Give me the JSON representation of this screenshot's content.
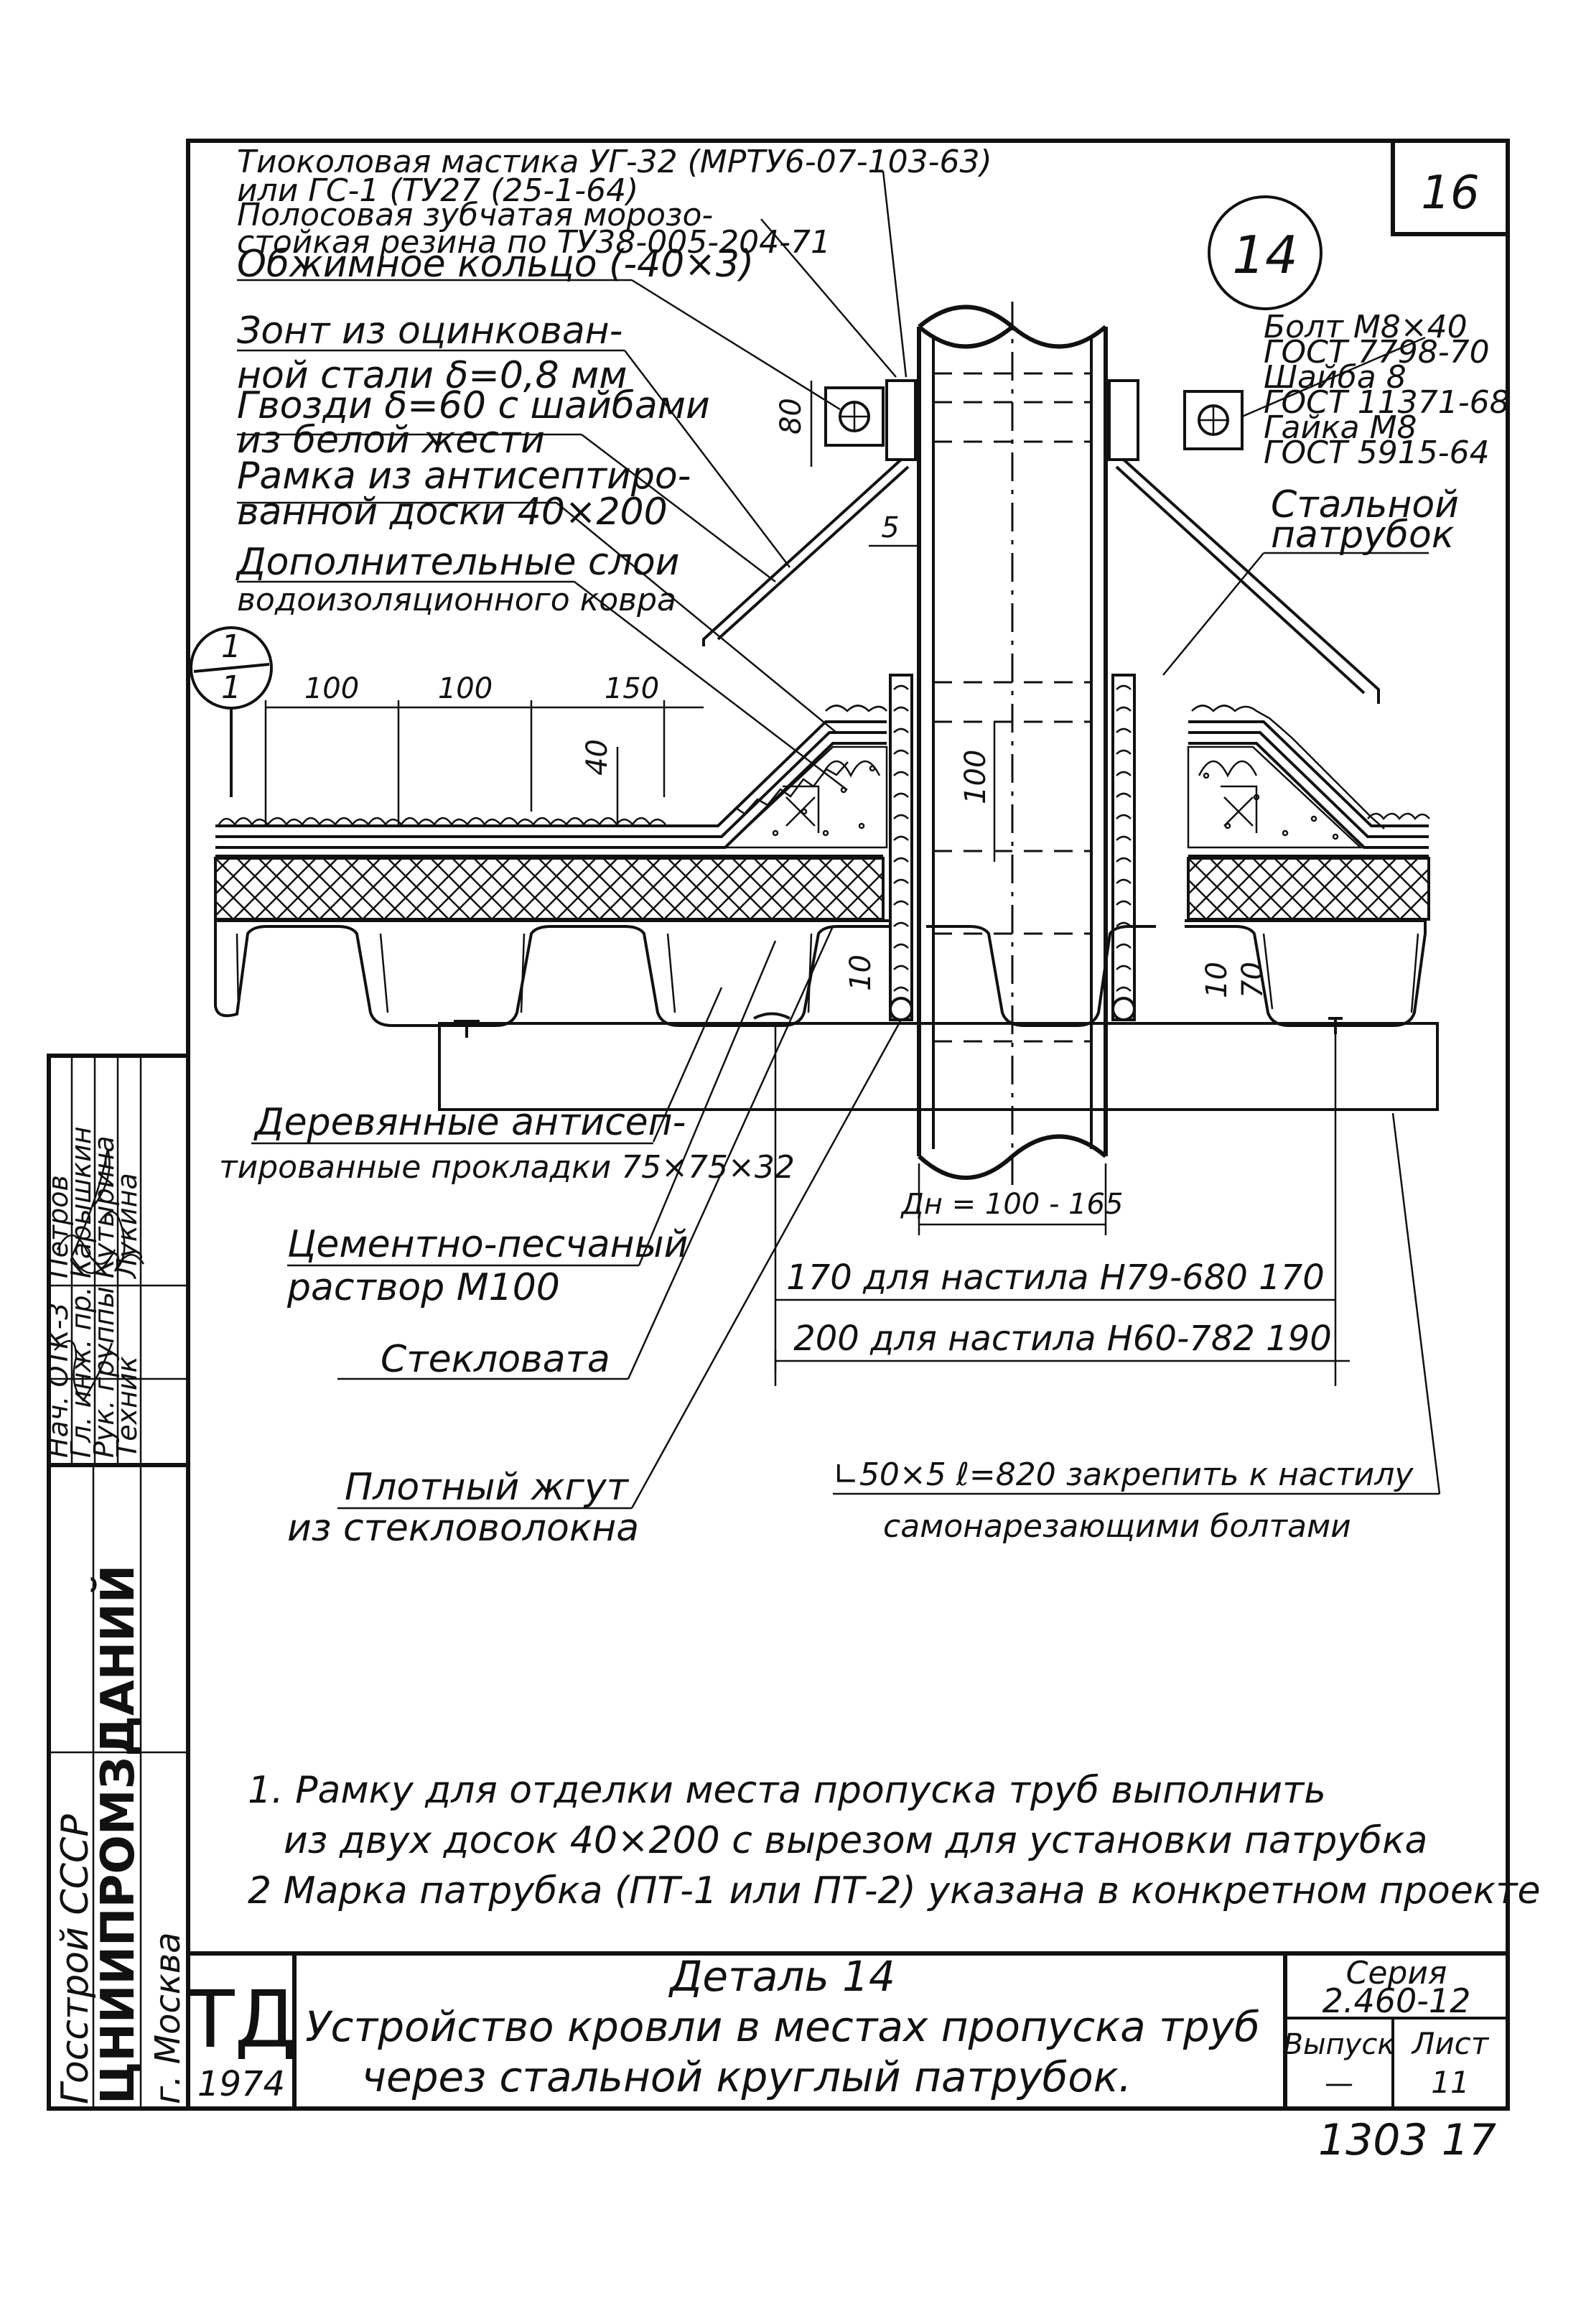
{
  "sheet_number": "16",
  "detail_circle": "14",
  "section_mark": {
    "top": "1",
    "bottom": "1"
  },
  "labels": {
    "mastic_1": "Тиоколовая мастика УГ-32 (МРТУ6-07-103-63)",
    "mastic_2": "или ГС-1 (ТУ27 (25-1-64)",
    "rubber_1": "Полосовая зубчатая морозо-",
    "rubber_2": "стойкая резина по ТУ38-005-204-71",
    "ring": "Обжимное кольцо (-40×3)",
    "umbrella_1": "Зонт из оцинкован-",
    "umbrella_2": "ной стали δ=0,8 мм",
    "nails_1": "Гвозди δ=60 с шайбами",
    "nails_2": "из белой жести",
    "frame_1": "Рамка из антисептиро-",
    "frame_2": "ванной доски 40×200",
    "layers_1": "Дополнительные слои",
    "layers_2": "водоизоляционного ковра",
    "bolt_1": "Болт М8×40",
    "bolt_2": "ГОСТ 7798-70",
    "bolt_3": "Шайба 8",
    "bolt_4": "ГОСТ 11371-68",
    "bolt_5": "Гайка М8",
    "bolt_6": "ГОСТ 5915-64",
    "pipe_sleeve_1": "Стальной",
    "pipe_sleeve_2": "патрубок",
    "wood_1": "Деревянные антисеп-",
    "wood_2": "тированные прокладки 75×75×32",
    "mortar_1": "Цементно-песчаный",
    "mortar_2": "раствор М100",
    "glass_wool": "Стекловата",
    "cord_1": "Плотный жгут",
    "cord_2": "из стекловолокна",
    "angle_1": "∟50×5 ℓ=820 закрепить к настилу",
    "angle_2": "самонарезающими болтами"
  },
  "dimensions": {
    "d100a": "100",
    "d100b": "100",
    "d150": "150",
    "d40": "40",
    "d80": "80",
    "d5": "5",
    "d100v": "100",
    "d10l": "10",
    "d10r": "10",
    "d70": "70",
    "dn": "Дн = 100 - 165",
    "w170": "170 для настила Н79-680 170",
    "w200": "200 для настила Н60-782 190"
  },
  "notes": [
    "1. Рамку для отделки места пропуска труб выполнить",
    "из двух досок 40×200 с вырезом для установки патрубка",
    "2 Марка патрубка (ПТ-1 или ПТ-2) указана в конкретном проекте"
  ],
  "title_block": {
    "td": "ТД",
    "year": "1974",
    "detail": "Деталь 14",
    "title_1": "Устройство кровли в местах пропуска труб",
    "title_2": "через стальной круглый патрубок.",
    "series_label": "Серия",
    "series_value": "2.460-12",
    "issue_label": "Выпуск",
    "issue_value": "—",
    "sheet_label": "Лист",
    "sheet_value": "11",
    "footer": "1303 17"
  },
  "stamp": {
    "org_1": "Госстрой СССР",
    "org_2": "ЦНИИПРОМЗДАНИЙ",
    "org_3": "г. Москва",
    "roles": [
      "Нач. ОТК-3",
      "Гл. инж. пр.",
      "Рук. группы",
      "Техник"
    ],
    "names": [
      "Петров",
      "Карышкин",
      "Кутырина",
      "Лукина"
    ]
  }
}
